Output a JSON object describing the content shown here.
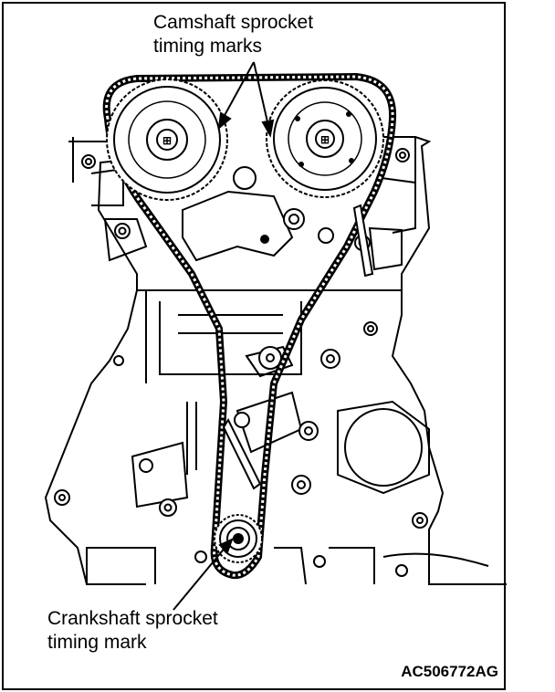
{
  "labels": {
    "camshaft_line1": "Camshaft sprocket",
    "camshaft_line2": "timing marks",
    "crankshaft_line1": "Crankshaft sprocket",
    "crankshaft_line2": "timing mark"
  },
  "figure_code": "AC506772AG",
  "colors": {
    "ink": "#000000",
    "paper": "#ffffff"
  }
}
